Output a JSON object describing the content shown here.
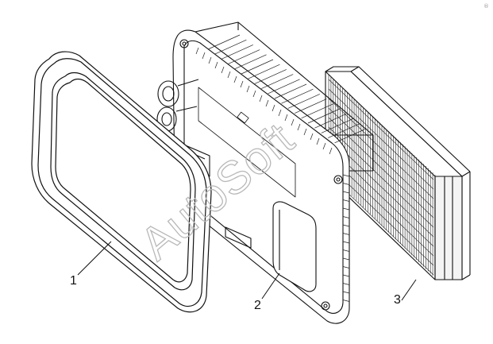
{
  "diagram": {
    "callouts": [
      {
        "id": "1",
        "label": "1"
      },
      {
        "id": "2",
        "label": "2"
      },
      {
        "id": "3",
        "label": "3"
      }
    ],
    "watermark": "AutoSoft",
    "corner_mark": "®"
  }
}
